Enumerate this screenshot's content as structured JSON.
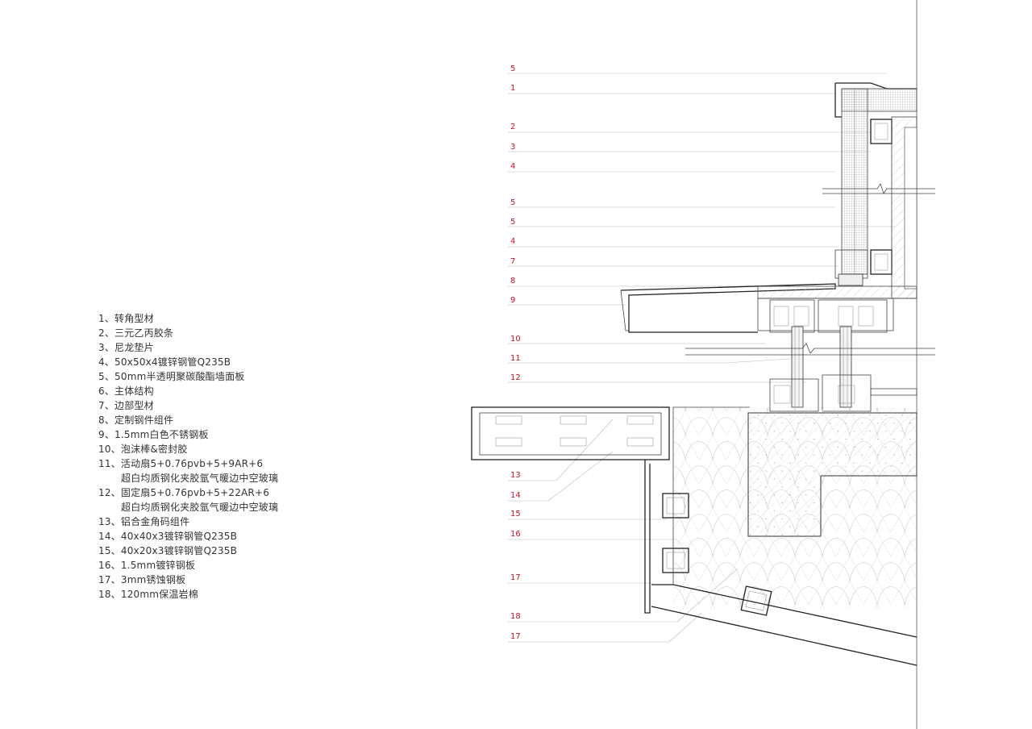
{
  "legend": [
    {
      "text": "1、转角型材"
    },
    {
      "text": "2、三元乙丙胶条"
    },
    {
      "text": "3、尼龙垫片"
    },
    {
      "text": "4、50x50x4镀锌钢管Q235B"
    },
    {
      "text": "5、50mm半透明聚碳酸酯墙面板"
    },
    {
      "text": "6、主体结构"
    },
    {
      "text": "7、边部型材"
    },
    {
      "text": "8、定制钢件组件"
    },
    {
      "text": "9、1.5mm白色不锈钢板"
    },
    {
      "text": "10、泡沫棒&密封胶"
    },
    {
      "text": "11、活动扇5+0.76pvb+5+9AR+6"
    },
    {
      "text": "超白均质钢化夹胶氩气暖边中空玻璃",
      "cont": true
    },
    {
      "text": "12、固定扇5+0.76pvb+5+22AR+6"
    },
    {
      "text": "超白均质钢化夹胶氩气暖边中空玻璃",
      "cont": true
    },
    {
      "text": "13、铝合金角码组件"
    },
    {
      "text": "14、40x40x3镀锌钢管Q235B"
    },
    {
      "text": "15、40x20x3镀锌钢管Q235B"
    },
    {
      "text": "16、1.5mm镀锌钢板"
    },
    {
      "text": "17、3mm锈蚀钢板"
    },
    {
      "text": "18、120mm保温岩棉"
    }
  ],
  "callouts": [
    "5",
    "1",
    "2",
    "3",
    "4",
    "5",
    "5",
    "4",
    "7",
    "8",
    "9",
    "10",
    "11",
    "12",
    "13",
    "14",
    "15",
    "16",
    "17",
    "18",
    "17"
  ],
  "colors": {
    "callout": "#c8102e",
    "line": "#444444",
    "legend_text": "#333333"
  }
}
